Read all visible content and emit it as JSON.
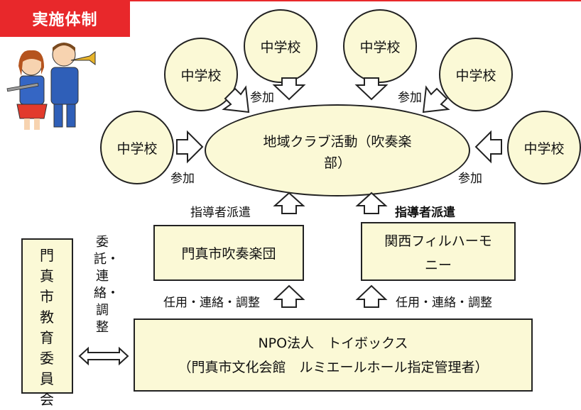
{
  "title": "実施体制",
  "schools": {
    "s1": "中学校",
    "s2": "中学校",
    "s3": "中学校",
    "s4": "中学校",
    "s5": "中学校",
    "s6": "中学校"
  },
  "club": {
    "line1": "地域クラブ活動（吹奏楽",
    "line2": "部）"
  },
  "participate": {
    "left_upper": "参加",
    "right_upper": "参加",
    "left_lower": "参加",
    "right_lower": "参加"
  },
  "dispatch": {
    "left": "指導者派遣",
    "right": "指導者派遣"
  },
  "orgs": {
    "band": "門真市吹奏楽団",
    "phil_line1": "関西フィルハーモ",
    "phil_line2": "ニー"
  },
  "appoint": {
    "left": "任用・連絡・調整",
    "right": "任用・連絡・調整"
  },
  "npo": {
    "line1": "NPO法人　トイボックス",
    "line2": "（門真市文化会館　ルミエールホール指定管理者）"
  },
  "board": "門真市教育委員会",
  "entrust": "委託・連絡・調整",
  "colors": {
    "accent": "#e8282b",
    "fill": "#fbf9d6",
    "stroke": "#222222"
  }
}
